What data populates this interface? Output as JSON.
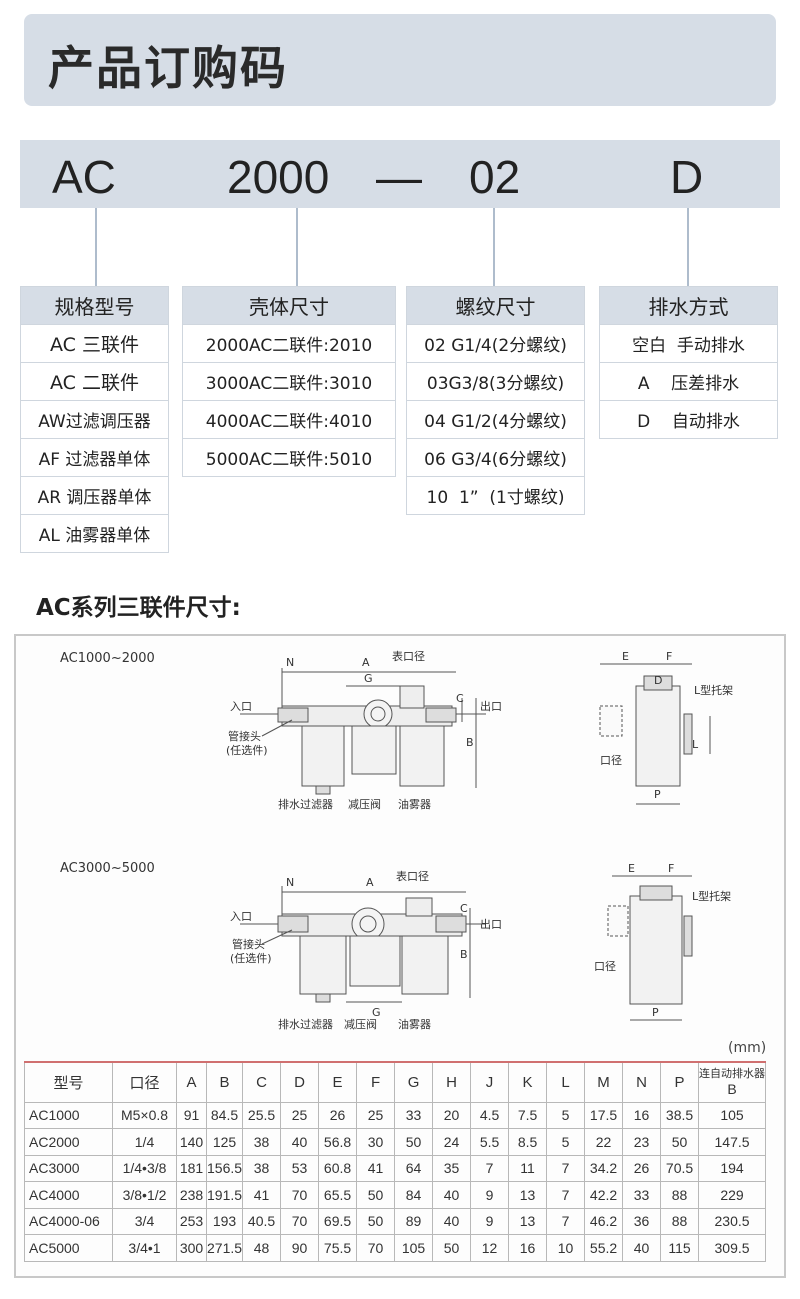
{
  "header": {
    "title": "产品订购码"
  },
  "code": {
    "series": "AC",
    "size": "2000",
    "dash": "—",
    "thread": "02",
    "drain": "D"
  },
  "options": {
    "spec": {
      "header": "规格型号",
      "items": [
        "AC 三联件",
        "AC 二联件",
        "AW过滤调压器",
        "AF 过滤器单体",
        "AR 调压器单体",
        "AL 油雾器单体"
      ]
    },
    "body": {
      "header": "壳体尺寸",
      "items": [
        "2000AC二联件:2010",
        "3000AC二联件:3010",
        "4000AC二联件:4010",
        "5000AC二联件:5010"
      ]
    },
    "thread": {
      "header": "螺纹尺寸",
      "items": [
        "02 G1/4(2分螺纹)",
        "03G3/8(3分螺纹)",
        "04 G1/2(4分螺纹)",
        "06 G3/4(6分螺纹)",
        "10  1”  (1寸螺纹)"
      ]
    },
    "drain": {
      "header": "排水方式",
      "items": [
        "空白  手动排水",
        "A    压差排水",
        "D    自动排水"
      ]
    }
  },
  "dims": {
    "title": "AC系列三联件尺寸:",
    "unit": "(mm)",
    "drawing": {
      "model1": "AC1000~2000",
      "model2": "AC3000~5000",
      "inlet": "入口",
      "outlet": "出口",
      "gauge": "表口径",
      "fitting1": "管接头",
      "fitting2": "(任选件)",
      "drain_filter": "排水过滤器",
      "regulator": "减压阀",
      "lubricator": "油雾器",
      "bracket": "L型托架",
      "port": "口径",
      "letters": {
        "N": "N",
        "A": "A",
        "G": "G",
        "B": "B",
        "C": "C",
        "E": "E",
        "F": "F",
        "D": "D",
        "P": "P",
        "L": "L"
      }
    },
    "table": {
      "headers": [
        "型号",
        "口径",
        "A",
        "B",
        "C",
        "D",
        "E",
        "F",
        "G",
        "H",
        "J",
        "K",
        "L",
        "M",
        "N",
        "P"
      ],
      "drain_header": "连自动排水器",
      "drain_sub": "B",
      "rows": [
        [
          "AC1000",
          "M5×0.8",
          "91",
          "84.5",
          "25.5",
          "25",
          "26",
          "25",
          "33",
          "20",
          "4.5",
          "7.5",
          "5",
          "17.5",
          "16",
          "38.5",
          "105"
        ],
        [
          "AC2000",
          "1/4",
          "140",
          "125",
          "38",
          "40",
          "56.8",
          "30",
          "50",
          "24",
          "5.5",
          "8.5",
          "5",
          "22",
          "23",
          "50",
          "147.5"
        ],
        [
          "AC3000",
          "1/4•3/8",
          "181",
          "156.5",
          "38",
          "53",
          "60.8",
          "41",
          "64",
          "35",
          "7",
          "11",
          "7",
          "34.2",
          "26",
          "70.5",
          "194"
        ],
        [
          "AC4000",
          "3/8•1/2",
          "238",
          "191.5",
          "41",
          "70",
          "65.5",
          "50",
          "84",
          "40",
          "9",
          "13",
          "7",
          "42.2",
          "33",
          "88",
          "229"
        ],
        [
          "AC4000-06",
          "3/4",
          "253",
          "193",
          "40.5",
          "70",
          "69.5",
          "50",
          "89",
          "40",
          "9",
          "13",
          "7",
          "46.2",
          "36",
          "88",
          "230.5"
        ],
        [
          "AC5000",
          "3/4•1",
          "300",
          "271.5",
          "48",
          "90",
          "75.5",
          "70",
          "105",
          "50",
          "12",
          "16",
          "10",
          "55.2",
          "40",
          "115",
          "309.5"
        ]
      ]
    }
  }
}
